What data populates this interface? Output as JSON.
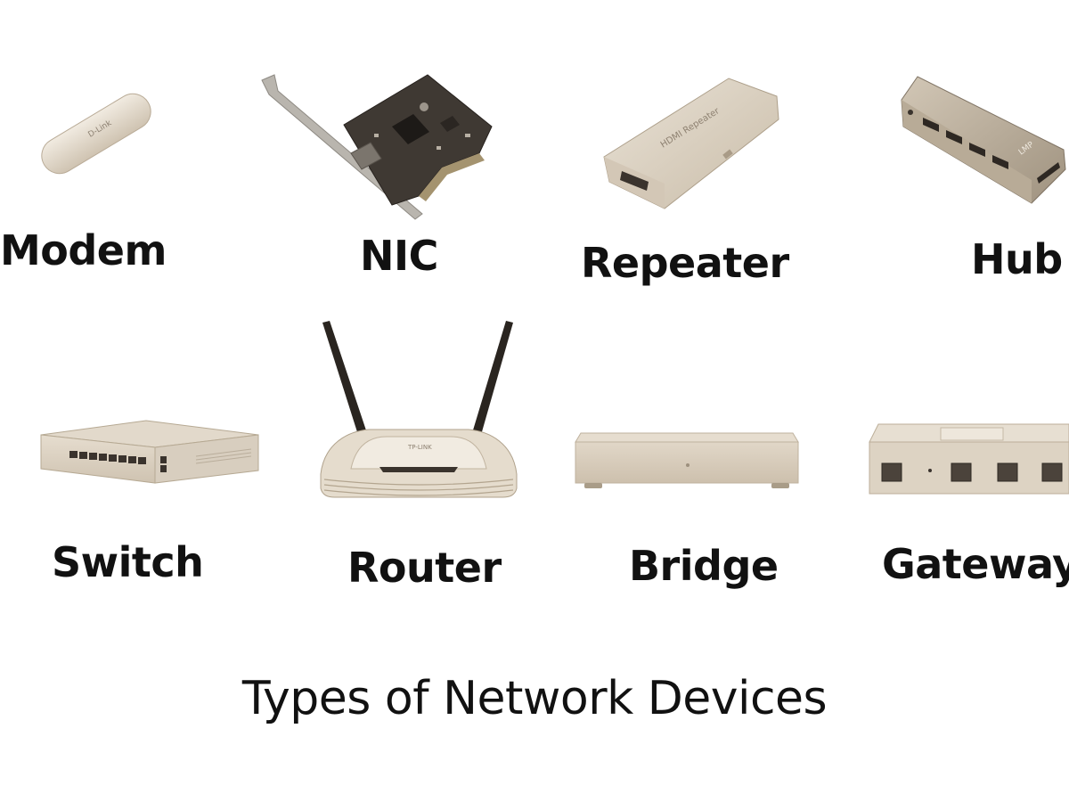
{
  "devices": [
    {
      "label": "Modem",
      "icon": "usb-modem-icon"
    },
    {
      "label": "NIC",
      "icon": "network-card-icon"
    },
    {
      "label": "Repeater",
      "icon": "hdmi-repeater-icon"
    },
    {
      "label": "Hub",
      "icon": "usb-hub-icon"
    },
    {
      "label": "Switch",
      "icon": "network-switch-icon"
    },
    {
      "label": "Router",
      "icon": "wireless-router-icon"
    },
    {
      "label": "Bridge",
      "icon": "network-bridge-icon"
    },
    {
      "label": "Gateway",
      "icon": "gateway-icon"
    }
  ],
  "device_print": {
    "modem_brand": "D-Link",
    "repeater_text": "HDMI Repeater",
    "hub_brand": "LMP",
    "router_brand": "TP-LINK"
  },
  "caption": "Types of Network Devices",
  "colors": {
    "device_body": "#ddd3c4",
    "device_shadow": "#b7aa96",
    "device_dark": "#4a4038",
    "text": "#111111",
    "background": "#ffffff"
  }
}
